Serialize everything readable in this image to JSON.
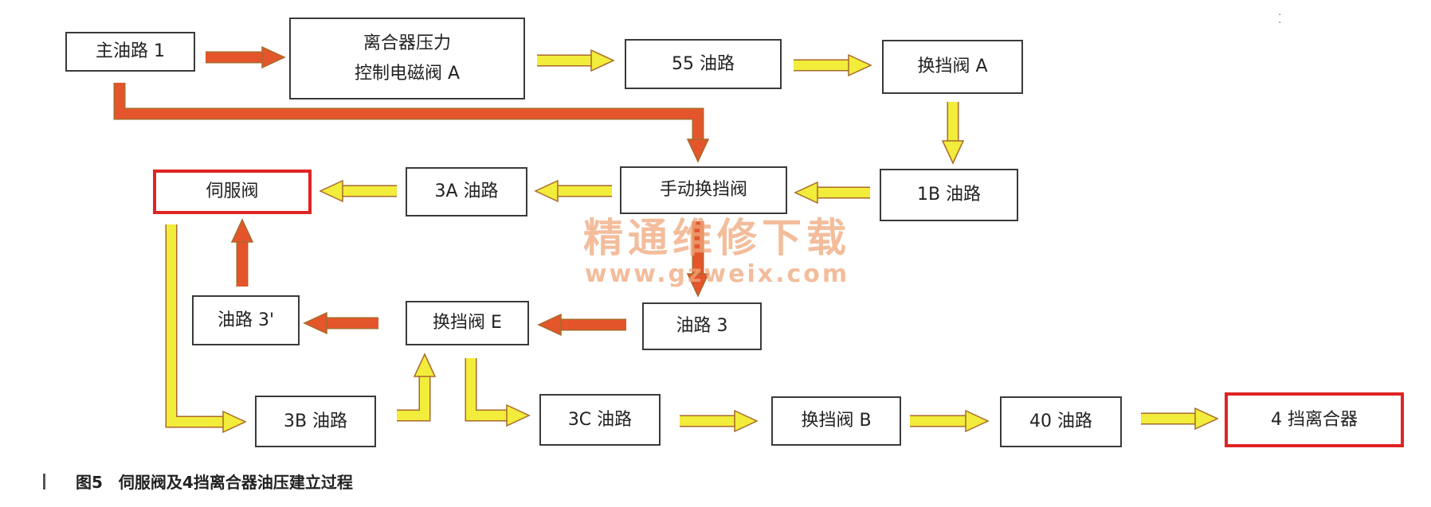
{
  "colors": {
    "red": "#e4552c",
    "yellow": "#f2ec3a",
    "outline": "#a86a2a",
    "highlight": "#e02424"
  },
  "nodes": {
    "main_oil": "主油路 1",
    "solenoid": "离合器压力\n控制电磁阀 A",
    "oil_55": "55 油路",
    "shift_a": "换挡阀 A",
    "servo": "伺服阀",
    "oil_3a": "3A 油路",
    "manual": "手动换挡阀",
    "oil_1b": "1B 油路",
    "oil_3p": "油路 3'",
    "shift_e": "换挡阀 E",
    "oil_3": "油路 3",
    "oil_3b": "3B 油路",
    "oil_3c": "3C 油路",
    "shift_b": "换挡阀 B",
    "oil_40": "40 油路",
    "clutch4": "4 挡离合器"
  },
  "watermark": {
    "text": "精通维修下载",
    "url": "www.gzweix.com"
  },
  "caption": "图5　伺服阀及4挡离合器油压建立过程"
}
